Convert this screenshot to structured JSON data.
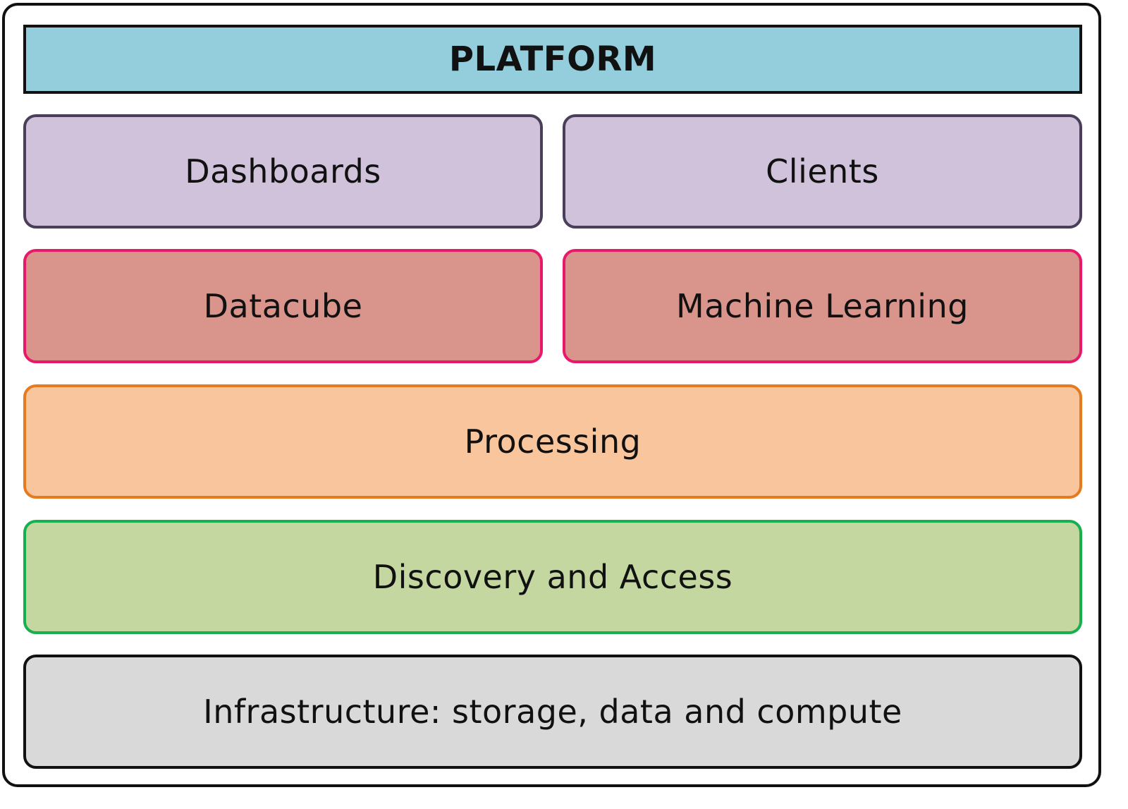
{
  "diagram": {
    "title": "PLATFORM",
    "layers": {
      "dashboards": {
        "label": "Dashboards",
        "fill": "#cfc2da",
        "border": "#4a3e5a"
      },
      "clients": {
        "label": "Clients",
        "fill": "#cfc2da",
        "border": "#4a3e5a"
      },
      "datacube": {
        "label": "Datacube",
        "fill": "#d9958c",
        "border": "#e8186a"
      },
      "machine_learning": {
        "label": "Machine Learning",
        "fill": "#d9958c",
        "border": "#e8186a"
      },
      "processing": {
        "label": "Processing",
        "fill": "#f8c59c",
        "border": "#e67a1e"
      },
      "discovery_access": {
        "label": "Discovery and Access",
        "fill": "#c5d7a1",
        "border": "#18b04e"
      },
      "infrastructure": {
        "label": "Infrastructure: storage, data and compute",
        "fill": "#d9d9d9",
        "border": "#111111"
      }
    },
    "title_fill": "#94cedc"
  }
}
